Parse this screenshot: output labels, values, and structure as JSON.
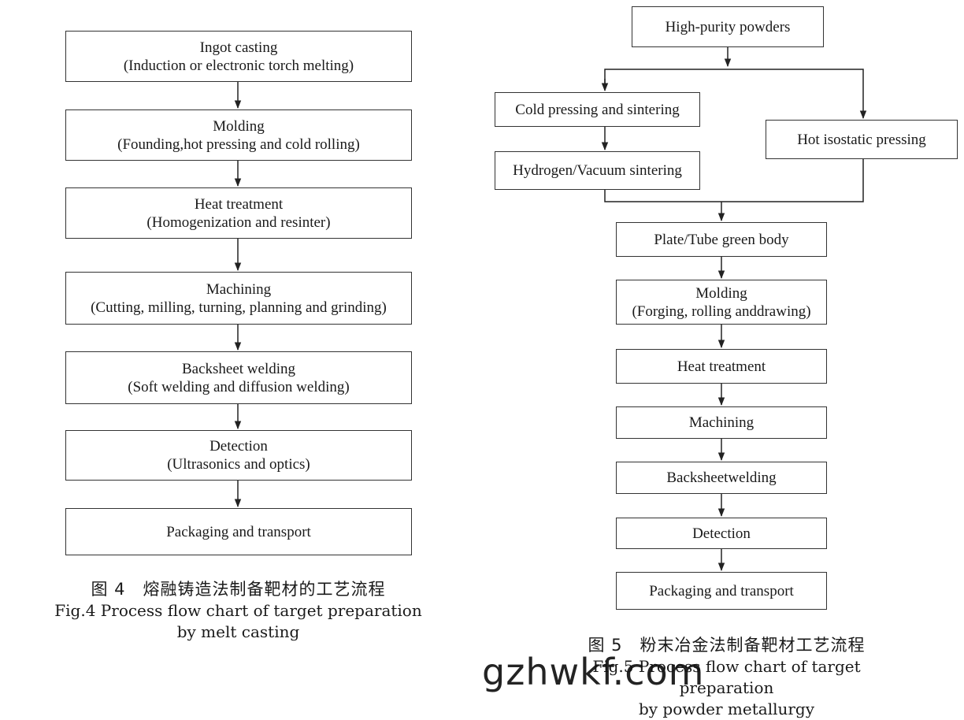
{
  "fig4": {
    "boxes": [
      {
        "main": "Ingot casting",
        "sub": "(Induction or electronic torch melting)"
      },
      {
        "main": "Molding",
        "sub": "(Founding,hot pressing and cold rolling)"
      },
      {
        "main": "Heat treatment",
        "sub": "(Homogenization and resinter)"
      },
      {
        "main": "Machining",
        "sub": "(Cutting, milling, turning, planning and grinding)"
      },
      {
        "main": "Backsheet welding",
        "sub": "(Soft welding and diffusion welding)"
      },
      {
        "main": "Detection",
        "sub": "(Ultrasonics and optics)"
      },
      {
        "main": "Packaging and transport",
        "sub": ""
      }
    ],
    "caption_zh": "图 4　熔融铸造法制备靶材的工艺流程",
    "caption_en_1": "Fig.4 Process flow chart of target preparation",
    "caption_en_2": "by melt casting"
  },
  "fig5": {
    "boxes": {
      "powders": "High-purity powders",
      "cold": "Cold pressing and sintering",
      "hydrogen": "Hydrogen/Vacuum sintering",
      "hip": "Hot isostatic pressing",
      "plate": "Plate/Tube green body",
      "molding_main": "Molding",
      "molding_sub": "(Forging, rolling anddrawing)",
      "heat": "Heat treatment",
      "machining": "Machining",
      "backsheet": "Backsheetwelding",
      "detection": "Detection",
      "packaging": "Packaging and transport"
    },
    "caption_zh": "图 5　粉末冶金法制备靶材工艺流程",
    "caption_en_1": "Fig.5 Process flow chart of target preparation",
    "caption_en_2": "by powder metallurgy"
  },
  "watermark": "gzhwkf.com"
}
